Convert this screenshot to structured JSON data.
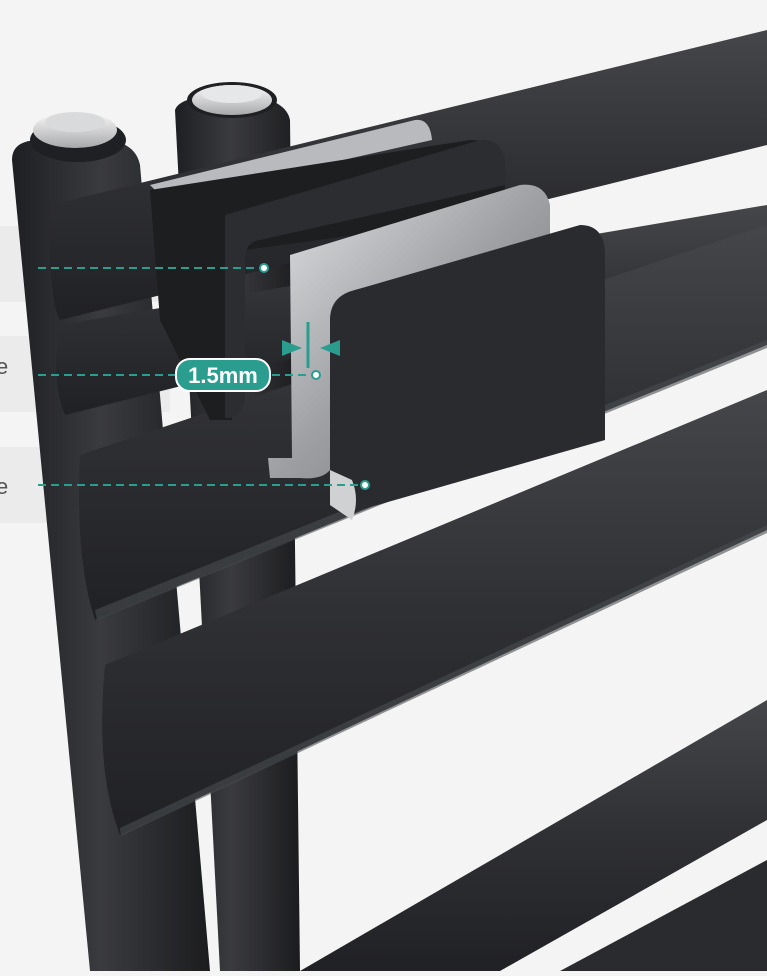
{
  "callouts": {
    "thickness_label": "1.5mm",
    "cropped_label_2": "e",
    "cropped_label_3": "e"
  },
  "colors": {
    "background": "#f4f4f4",
    "radiator": "#2f3033",
    "accent": "#2a9d8f"
  }
}
